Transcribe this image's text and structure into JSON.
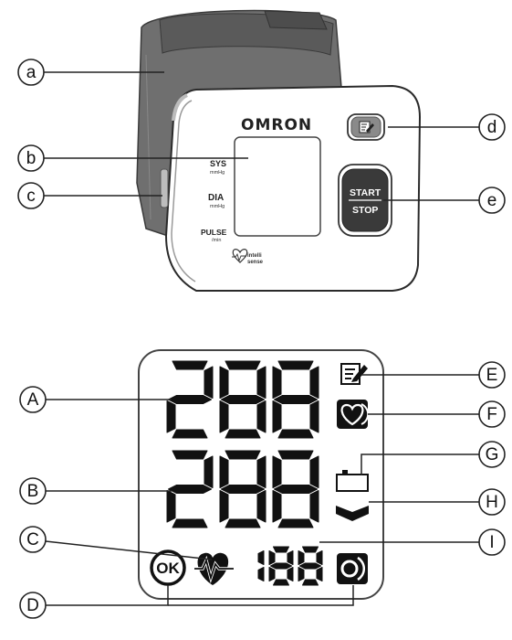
{
  "device": {
    "brand": "OMRON",
    "sys_label": "SYS",
    "sys_unit": "mmHg",
    "dia_label": "DIA",
    "dia_unit": "mmHg",
    "pulse_label": "PULSE",
    "pulse_unit": "/min",
    "logo_line1": "intelli",
    "logo_line2": "sense",
    "button_start": "START",
    "button_stop": "STOP"
  },
  "device_callouts": [
    "a",
    "b",
    "c",
    "d",
    "e"
  ],
  "display": {
    "systolic_digits": "288",
    "diastolic_digits": "288",
    "pulse_digits": "188",
    "ok_label": "OK"
  },
  "display_callouts": [
    "A",
    "B",
    "C",
    "D",
    "E",
    "F",
    "G",
    "H",
    "I"
  ],
  "icons": [
    "memory-icon",
    "irregular-heartbeat-icon",
    "battery-icon",
    "wrist-position-arrow-icon",
    "pulse-heart-icon",
    "cuff-wrap-icon",
    "ok-icon"
  ]
}
